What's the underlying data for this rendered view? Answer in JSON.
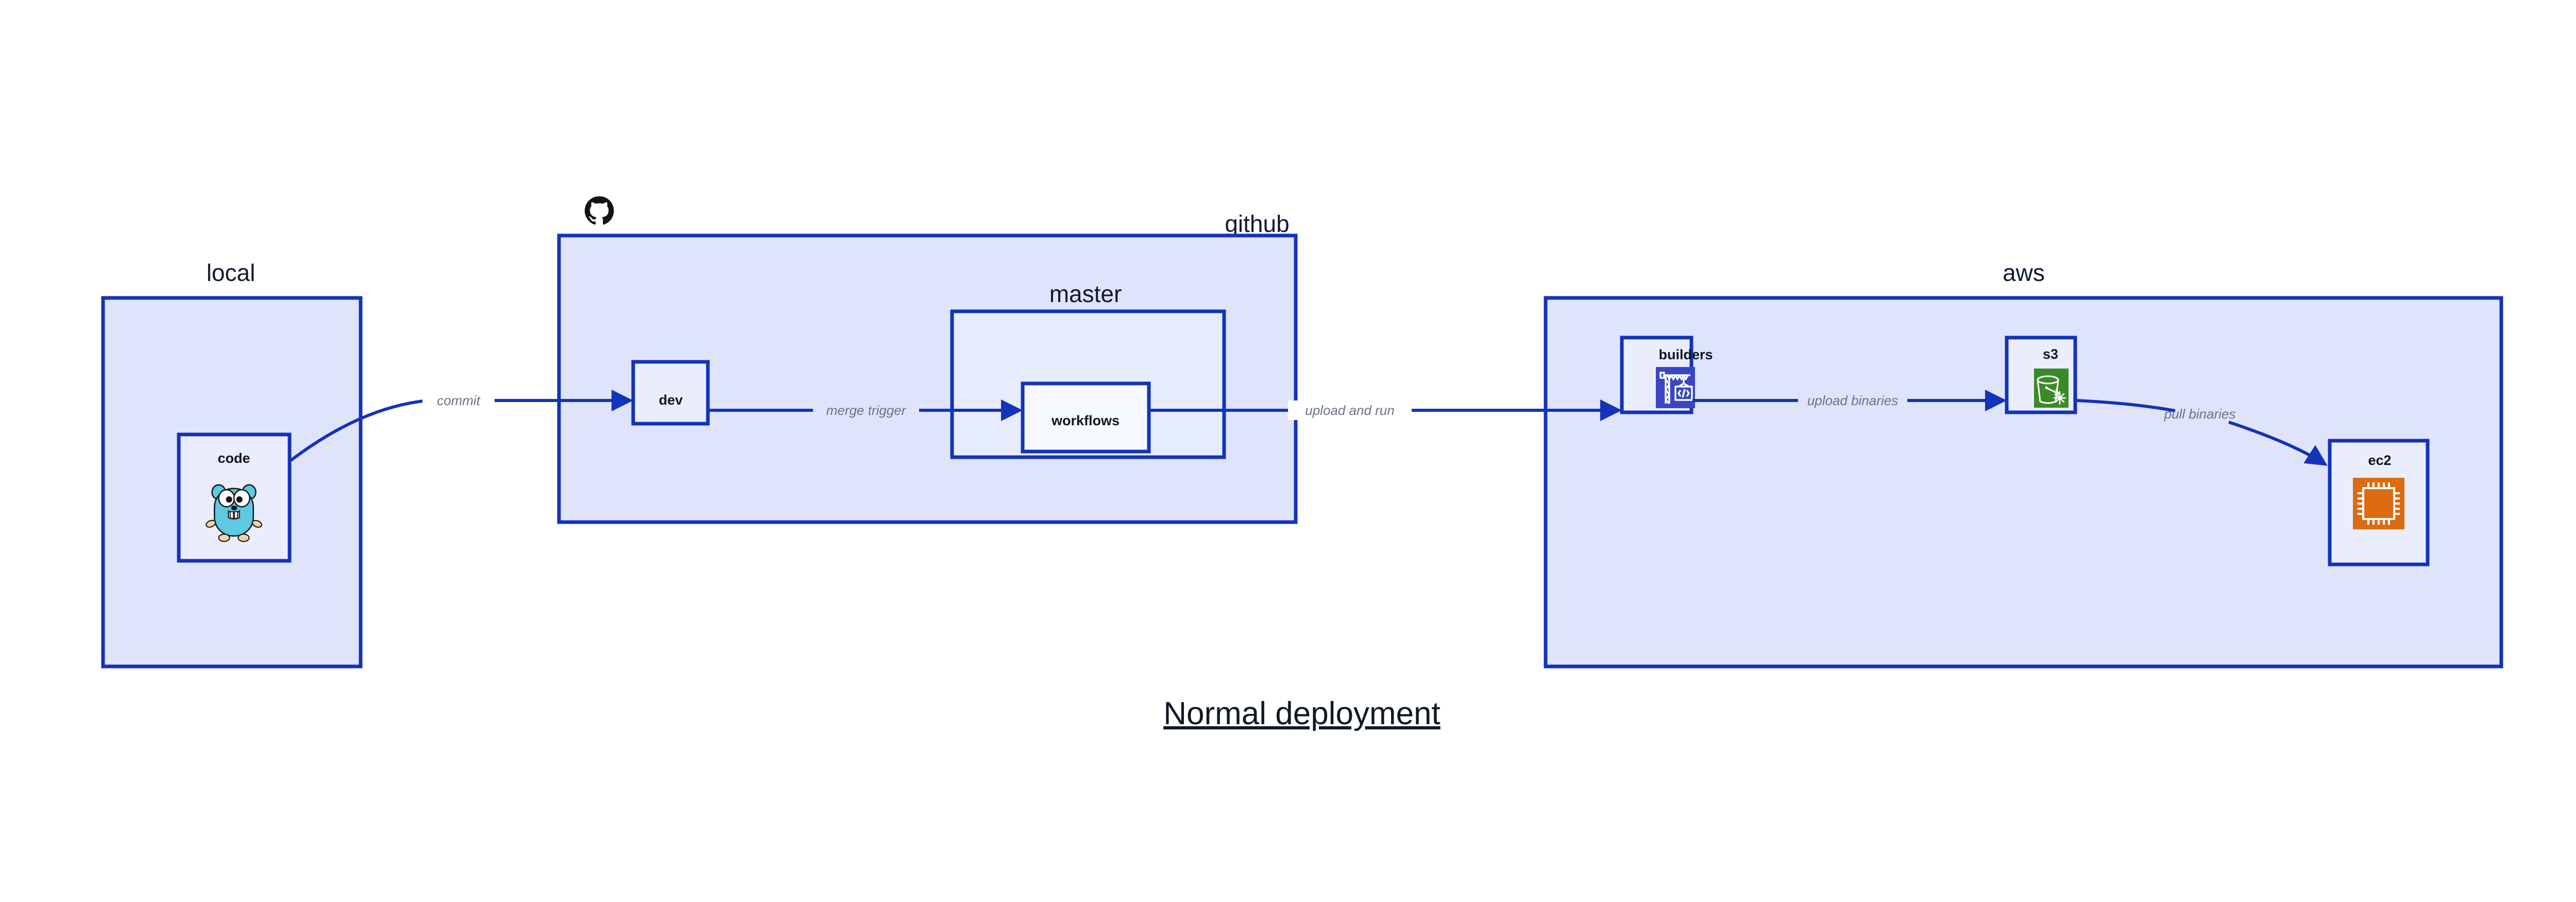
{
  "title": "Normal deployment",
  "groups": [
    {
      "id": "local",
      "label": "local"
    },
    {
      "id": "github",
      "label": "github"
    },
    {
      "id": "aws",
      "label": "aws"
    }
  ],
  "subgroups": [
    {
      "id": "master",
      "label": "master",
      "parent": "github"
    }
  ],
  "nodes": [
    {
      "id": "code",
      "label": "code",
      "group": "local",
      "icon": "go-gopher-icon"
    },
    {
      "id": "dev",
      "label": "dev",
      "group": "github",
      "icon": "none"
    },
    {
      "id": "workflows",
      "label": "workflows",
      "group": "master",
      "icon": "none"
    },
    {
      "id": "builders",
      "label": "builders",
      "group": "aws",
      "icon": "aws-builders-crane-icon"
    },
    {
      "id": "s3",
      "label": "s3",
      "group": "aws",
      "icon": "aws-s3-bucket-icon"
    },
    {
      "id": "ec2",
      "label": "ec2",
      "group": "aws",
      "icon": "aws-ec2-chip-icon"
    }
  ],
  "edges": [
    {
      "id": "code-dev",
      "from": "code",
      "to": "dev",
      "label": "commit"
    },
    {
      "id": "dev-workflows",
      "from": "dev",
      "to": "workflows",
      "label": "merge trigger"
    },
    {
      "id": "workflows-build",
      "from": "workflows",
      "to": "builders",
      "label": "upload and run"
    },
    {
      "id": "builders-s3",
      "from": "builders",
      "to": "s3",
      "label": "upload binaries"
    },
    {
      "id": "s3-ec2",
      "from": "s3",
      "to": "ec2",
      "label": "pull binaries"
    }
  ],
  "logos": [
    {
      "id": "github-logo",
      "name": "github-octocat-logo"
    }
  ],
  "colors": {
    "border": "#1433b8",
    "container_fill": "#dfe4fa",
    "subgroup_fill": "#e7ecfc",
    "node_fill": "#eaeefc",
    "node_fill_light": "#f6f9ff",
    "edge_label": "#6a7385",
    "text": "#101828",
    "builders_icon": "#3b46c4",
    "s3_icon": "#3c8a27",
    "ec2_icon": "#dd6b10",
    "gopher_body": "#5dc9e2",
    "gopher_paw": "#f6d2a2"
  }
}
